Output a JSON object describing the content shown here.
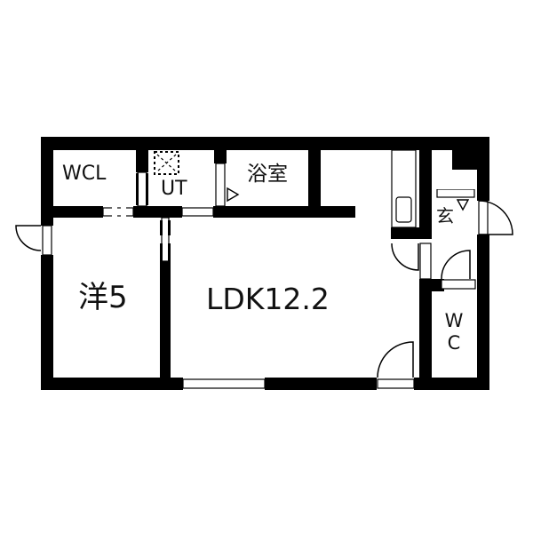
{
  "floor_plan": {
    "colors": {
      "wall": "#000000",
      "background": "#ffffff",
      "text": "#111111"
    },
    "rooms": {
      "wcl": {
        "label": "WCL"
      },
      "utility": {
        "label": "UT"
      },
      "bathroom": {
        "label": "浴室"
      },
      "western_room": {
        "label": "洋5"
      },
      "ldk": {
        "label": "LDK12.2"
      },
      "entrance": {
        "label": "玄"
      },
      "wc": {
        "label_line1": "W",
        "label_line2": "C"
      }
    }
  }
}
